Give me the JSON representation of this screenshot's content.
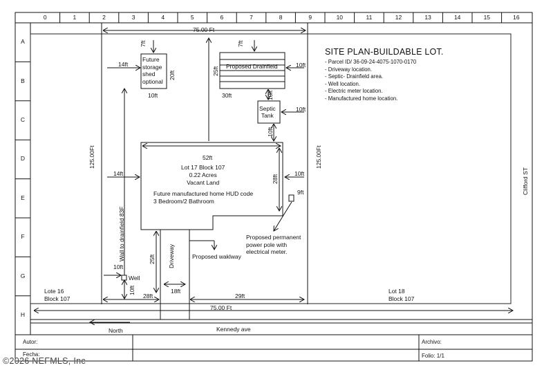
{
  "ruler": {
    "columns": [
      "0",
      "1",
      "2",
      "3",
      "4",
      "5",
      "6",
      "7",
      "8",
      "9",
      "10",
      "11",
      "12",
      "13",
      "14",
      "15",
      "16"
    ],
    "rows": [
      "A",
      "B",
      "C",
      "D",
      "E",
      "F",
      "G",
      "H"
    ]
  },
  "title": "SITE PLAN-BUILDABLE LOT.",
  "notes": [
    "- Parcel ID/ 36-09-24-4075-1070-0170",
    "- Driveway location.",
    "- Septic- Drainfield area.",
    "- Well location.",
    "- Electric meter location.",
    "- Manufactured home location."
  ],
  "dims": {
    "top_width": "75.00 Ft",
    "bottom_width": "75.00 Ft",
    "left_depth": "125.00Ft",
    "right_depth": "125.00Ft",
    "shed_top": "7ft",
    "shed_left": "14ft",
    "shed_width": "10ft",
    "shed_depth": "20ft",
    "drain_top": "7ft",
    "drain_left": "25ft",
    "drain_right": "10ft",
    "drain_width": "30ft",
    "septic_gap_top": "10ft",
    "septic_right": "10ft",
    "septic_gap_bottom": "10ft",
    "home_width": "52ft",
    "home_left": "14ft",
    "home_depth": "28ft",
    "home_right": "10ft",
    "pole": "9ft",
    "driveway_depth": "25ft",
    "well_left": "10ft",
    "well_front": "10ft",
    "setback_left": "28ft",
    "driveway_width": "18ft",
    "setback_right": "29ft"
  },
  "labels": {
    "shed": [
      "Future",
      "storage",
      "shed",
      "optional"
    ],
    "drainfield": "Proposed Drainfield",
    "septic": [
      "Septic",
      "Tank"
    ],
    "home_lines": [
      "Lot 17 Block 107",
      "0.22 Acres",
      "Vacant Land"
    ],
    "home_future": [
      "Future manufactured home HUD code",
      "3 Bedroom/2 Bathroom"
    ],
    "wall": "Wall to drainfield 83F",
    "driveway": "Driveway",
    "walkway": "Proposed waklway",
    "pole_note": [
      "Proposed permanent",
      "power pole with",
      "electrical meter."
    ],
    "well": "Well",
    "lot16": [
      "Lote 16",
      "Block 107"
    ],
    "lot18": [
      "Lot 18",
      "Block 107"
    ],
    "clifford": "Clifford ST",
    "north": "North",
    "kennedy": "Kennedy ave"
  },
  "titleblock": {
    "autor": "Autor:",
    "fecha": "Fecha:",
    "archivo": "Archivo:",
    "folio": "Folio: 1/1"
  },
  "watermark": "©2026 NEFMLS, Inc"
}
